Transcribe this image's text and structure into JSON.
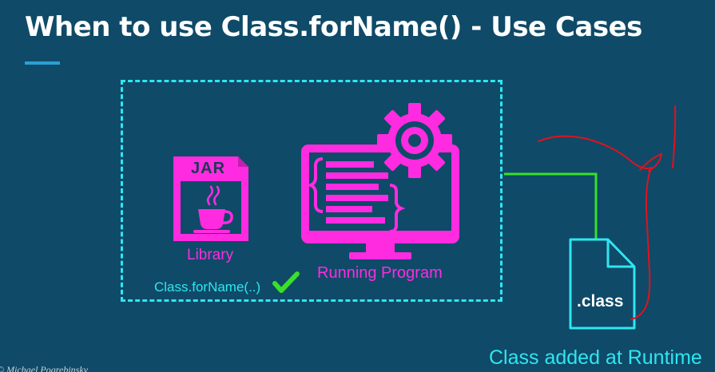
{
  "slide": {
    "title": "When to use Class.forName() - Use Cases",
    "author": "© Michael Pogrebinsky"
  },
  "library": {
    "jar_label": "JAR",
    "caption": "Library"
  },
  "program": {
    "caption": "Running Program"
  },
  "loader": {
    "call": "Class.forName(..)"
  },
  "class_file": {
    "label": ".class",
    "caption": "Class added at Runtime"
  },
  "colors": {
    "background": "#0f4a68",
    "accent_cyan": "#2ee6f0",
    "accent_magenta": "#ff2be0",
    "connector_green": "#39e02a",
    "annotation_red": "#e0121e",
    "underline_blue": "#2a9fd6"
  },
  "icons": [
    "jar-file-icon",
    "coffee-cup-icon",
    "monitor-code-icon",
    "gear-icon",
    "checkmark-icon",
    "class-file-icon"
  ]
}
